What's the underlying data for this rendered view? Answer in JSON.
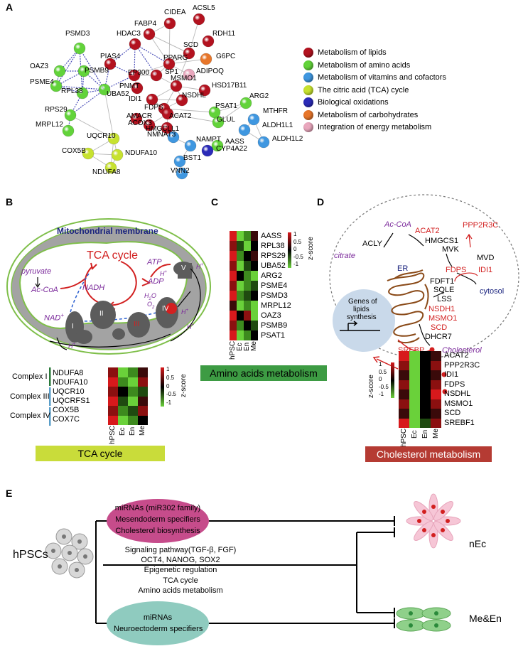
{
  "panel_labels": {
    "a": "A",
    "b": "B",
    "c": "C",
    "d": "D",
    "e": "E"
  },
  "panel_a": {
    "nodes": [
      {
        "id": "CIDEA",
        "c": "lipid"
      },
      {
        "id": "ACSL5",
        "c": "lipid"
      },
      {
        "id": "FABP4",
        "c": "lipid"
      },
      {
        "id": "RDH11",
        "c": "lipid"
      },
      {
        "id": "HDAC3",
        "c": "lipid"
      },
      {
        "id": "SCD",
        "c": "lipid"
      },
      {
        "id": "PIAS4",
        "c": "lipid"
      },
      {
        "id": "PPARG",
        "c": "lipid"
      },
      {
        "id": "G6PC",
        "c": "carb"
      },
      {
        "id": "EP300",
        "c": "lipid"
      },
      {
        "id": "SP1",
        "c": "lipid"
      },
      {
        "id": "ADIPOQ",
        "c": "energy"
      },
      {
        "id": "PSMD3",
        "c": "amino"
      },
      {
        "id": "OAZ3",
        "c": "amino"
      },
      {
        "id": "PSMB9",
        "c": "amino"
      },
      {
        "id": "PSME4",
        "c": "amino"
      },
      {
        "id": "RPL38",
        "c": "amino"
      },
      {
        "id": "UBA52",
        "c": "amino"
      },
      {
        "id": "RPS29",
        "c": "amino"
      },
      {
        "id": "MRPL12",
        "c": "amino"
      },
      {
        "id": "PNMT",
        "c": "lipid"
      },
      {
        "id": "MSMO1",
        "c": "lipid"
      },
      {
        "id": "HSD17B11",
        "c": "lipid"
      },
      {
        "id": "IDI1",
        "c": "lipid"
      },
      {
        "id": "NSDHL",
        "c": "lipid"
      },
      {
        "id": "FDPS",
        "c": "lipid"
      },
      {
        "id": "AMACR",
        "c": "lipid"
      },
      {
        "id": "ACAT2",
        "c": "lipid"
      },
      {
        "id": "ACOX3",
        "c": "lipid"
      },
      {
        "id": "HMGCLL1",
        "c": "lipid"
      },
      {
        "id": "PSAT1",
        "c": "amino"
      },
      {
        "id": "ARG2",
        "c": "amino"
      },
      {
        "id": "MTHFR",
        "c": "vit"
      },
      {
        "id": "GLUL",
        "c": "amino"
      },
      {
        "id": "ALDH1L1",
        "c": "vit"
      },
      {
        "id": "ALDH1L2",
        "c": "vit"
      },
      {
        "id": "UQCR10",
        "c": "tca"
      },
      {
        "id": "COX5B",
        "c": "tca"
      },
      {
        "id": "NDUFA10",
        "c": "tca"
      },
      {
        "id": "NDUFA8",
        "c": "tca"
      },
      {
        "id": "NMNAT3",
        "c": "vit"
      },
      {
        "id": "NAMPT",
        "c": "vit"
      },
      {
        "id": "AASS",
        "c": "amino"
      },
      {
        "id": "CYP4A22",
        "c": "bio"
      },
      {
        "id": "BST1",
        "c": "vit"
      },
      {
        "id": "VNN2",
        "c": "vit"
      }
    ],
    "legend": [
      {
        "label": "Metabolism of lipids",
        "color": "#b3121f"
      },
      {
        "label": "Metabolism of amino acids",
        "color": "#62d33a"
      },
      {
        "label": "Metabolism of vitamins and cofactors",
        "color": "#3f97e0"
      },
      {
        "label": "The citric acid (TCA) cycle",
        "color": "#c7e22f"
      },
      {
        "label": "Biological oxidations",
        "color": "#2b2bb8"
      },
      {
        "label": "Metabolism of carbohydrates",
        "color": "#e7762a"
      },
      {
        "label": "Integration of energy metabolism",
        "color": "#e9a7bd"
      }
    ]
  },
  "panel_b": {
    "membrane_label": "Mitochondrial membrane",
    "cycle_label": "TCA cycle",
    "metabolites": {
      "pyruvate": "pyruvate",
      "accoa": "Ac-CoA",
      "nadh": "NADH",
      "nad": "NAD",
      "nad_sup": "+",
      "atp": "ATP",
      "adp": "ADP",
      "h2o": "H",
      "h2o_sub": "2",
      "h2o_end": "O",
      "o2": "O",
      "o2_sub": "2",
      "h": "H",
      "h_sup": "+"
    },
    "complexes": {
      "c1": "I",
      "c2": "II",
      "c3": "III",
      "c4": "IV",
      "c5": "V"
    },
    "heatmap": {
      "groups": [
        "Complex I",
        "Complex III",
        "Complex IV"
      ],
      "genes": [
        "NDUFA8",
        "NDUFA10",
        "UQCR10",
        "UQCRFS1",
        "COX5B",
        "COX7C"
      ],
      "columns": [
        "hPSC",
        "Ec",
        "En",
        "Me"
      ],
      "scale_ticks": [
        "1",
        "0.5",
        "0",
        "-0.5",
        "-1"
      ],
      "scale_title": "z-score"
    },
    "band_label": "TCA cycle"
  },
  "panel_c": {
    "genes": [
      "AASS",
      "RPL38",
      "RPS29",
      "UBA52",
      "ARG2",
      "PSME4",
      "PSMD3",
      "MRPL12",
      "OAZ3",
      "PSMB9",
      "PSAT1"
    ],
    "columns": [
      "hPSC",
      "Ec",
      "En",
      "Me"
    ],
    "scale_ticks": [
      "1",
      "0.5",
      "0",
      "-0.5",
      "-1"
    ],
    "scale_title": "z-score",
    "band_label": "Amino acids metabolism"
  },
  "panel_d": {
    "labels": {
      "accoa": "Ac-CoA",
      "acat2": "ACAT2",
      "ppp2r3c": "PPP2R3C",
      "acly": "ACLY",
      "hmgcs1": "HMGCS1",
      "citrate": "citrate",
      "mvk": "MVK",
      "mvd": "MVD",
      "er": "ER",
      "fdps": "FDPS",
      "idi1": "IDI1",
      "fdft1": "FDFT1",
      "sqle": "SQLE",
      "lss": "LSS",
      "nsdh1": "NSDH1",
      "msmo1": "MSMO1",
      "scd": "SCD",
      "cytosol": "cytosol",
      "genes1": "Genes of",
      "genes2": "lipids",
      "genes3": "synthesis",
      "dhcr7": "DHCR7",
      "srebp": "SREBP",
      "cholesterol": "Cholesterol"
    },
    "heatmap": {
      "genes": [
        "ACAT2",
        "PPP2R3C",
        "IDI1",
        "FDPS",
        "NSDHL",
        "MSMO1",
        "SCD",
        "SREBF1"
      ],
      "columns": [
        "hPSC",
        "Ec",
        "En",
        "Me"
      ],
      "scale_ticks": [
        "1",
        "0.5",
        "0",
        "-0.5",
        "-1"
      ],
      "scale_title": "z-score"
    },
    "band_label": "Cholesterol metabolism"
  },
  "panel_e": {
    "source": "hPSCs",
    "top_oval": [
      "miRNAs (miR302 family)",
      "Mesendoderm specifiers",
      "Cholesterol biosynthesis"
    ],
    "middle": [
      "Signaling pathway(TGF-β, FGF)",
      "OCT4, NANOG, SOX2",
      "Epigenetic regulation",
      "TCA cycle",
      "Amino acids metabolism"
    ],
    "bottom_oval": [
      "miRNAs",
      "Neuroectoderm specifiers"
    ],
    "target_top": "nEc",
    "target_bottom": "Me&En"
  },
  "colors": {
    "lipid": "#b3121f",
    "amino": "#62d33a",
    "vit": "#3f97e0",
    "tca": "#c7e22f",
    "bio": "#2b2bb8",
    "carb": "#e7762a",
    "energy": "#e9a7bd",
    "tca_band": "#c9dc3a",
    "amino_band": "#3d9b43",
    "chol_band": "#b53b33",
    "membrane_green": "#7fbf4a",
    "purple": "#7b2a9b",
    "red": "#d22020",
    "navy": "#1a237e"
  }
}
